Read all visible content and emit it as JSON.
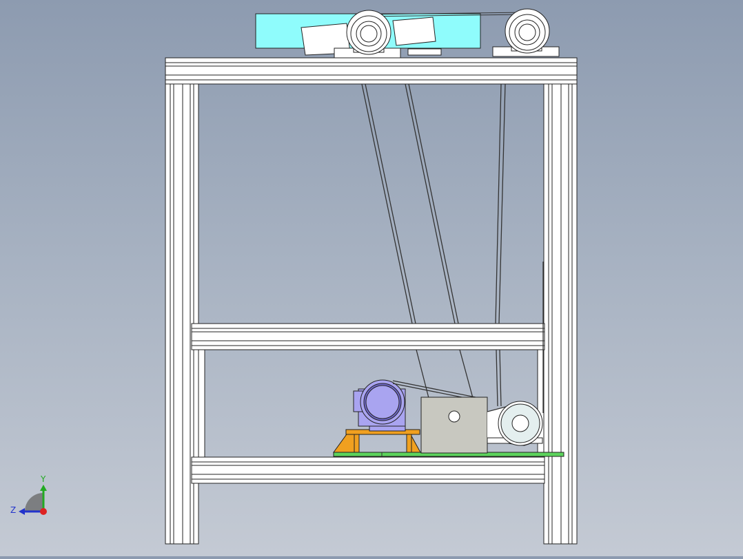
{
  "view": {
    "background_top": "#8d9bb0",
    "background_bottom": "#c4cad4"
  },
  "colors": {
    "frame_fill": "#ffffff",
    "frame_stroke": "#222222",
    "belt_line": "#333333",
    "conveyor_cyan": "#8ffcfc",
    "motor_purple": "#a9a4f0",
    "motor_dark": "#6f68c8",
    "bracket_orange": "#f0a020",
    "base_green": "#5cd35c",
    "gearbox_gray": "#c8c8c0",
    "pulley_light": "#e4efef",
    "axis_y": "#22aa22",
    "axis_z": "#2233cc",
    "axis_origin": "#dd2222"
  },
  "components": [
    "aluminum-profile-frame",
    "top-conveyor-belt",
    "pillow-block-bearing-left",
    "pillow-block-bearing-right",
    "drive-belts",
    "electric-motor",
    "motor-mount-bracket",
    "gearbox",
    "driven-pulley",
    "base-plate"
  ],
  "triad": {
    "y_label": "Y",
    "z_label": "Z",
    "icon": "coordinate-triad-icon"
  }
}
